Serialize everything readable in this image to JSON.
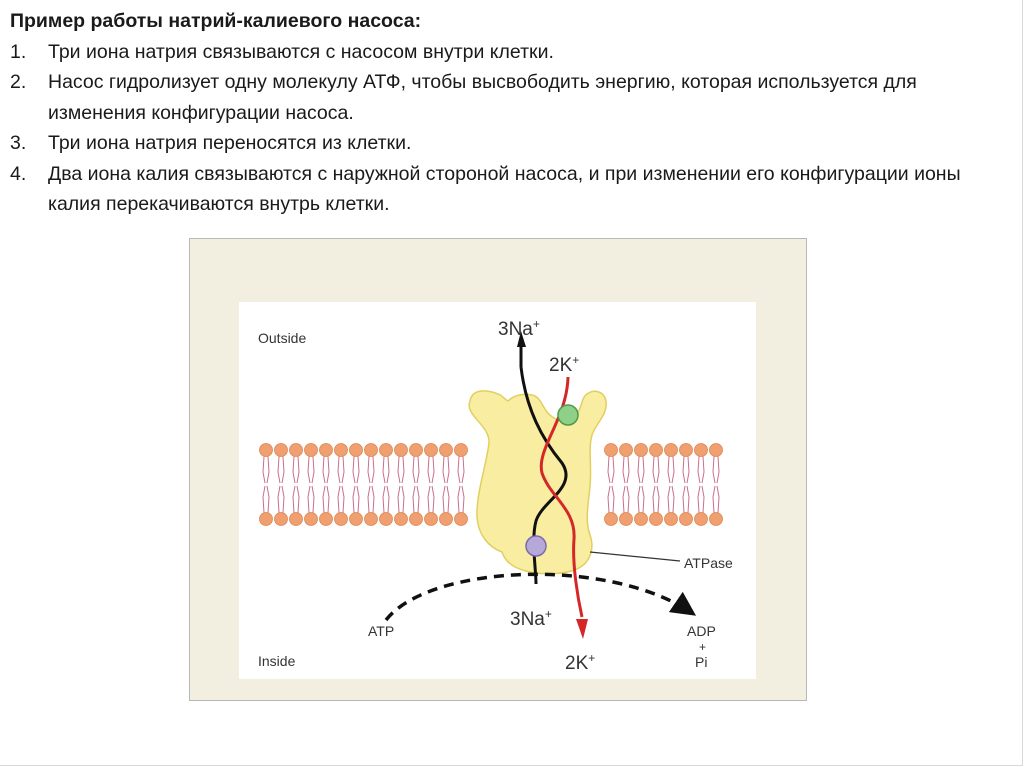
{
  "slide": {
    "title": "Пример работы натрий-калиевого насоса:",
    "steps": [
      {
        "number": "1.",
        "text": "Три иона натрия связываются с насосом внутри клетки."
      },
      {
        "number": "2.",
        "text": "Насос гидролизует одну молекулу АТФ, чтобы высвободить энергию, которая используется для изменения конфигурации насоса."
      },
      {
        "number": "3.",
        "text": "Три иона натрия переносятся из клетки."
      },
      {
        "number": "4.",
        "text": "Два иона калия связываются с наружной стороной насоса, и при изменении его конфигурации ионы калия перекачиваются внутрь клетки."
      }
    ]
  },
  "diagram": {
    "outside_label": "Outside",
    "inside_label": "Inside",
    "na_out": {
      "base": "3Na",
      "sup": "+"
    },
    "k_out": {
      "base": "2K",
      "sup": "+"
    },
    "na_in": {
      "base": "3Na",
      "sup": "+"
    },
    "k_in": {
      "base": "2K",
      "sup": "+"
    },
    "atpase_label": "ATPase",
    "atp_label": "ATP",
    "adp_label": "ADP",
    "plus_label": "+",
    "pi_label": "Pi",
    "colors": {
      "lipid_head": "#f0a070",
      "lipid_tail": "#c9708a",
      "pump": "#f8eda0",
      "sodium_path": "#111111",
      "potassium_path": "#d42828",
      "k_ion": "#8fd088",
      "na_ion": "#b6a9d9",
      "panel_bg": "#f3efe0"
    }
  }
}
